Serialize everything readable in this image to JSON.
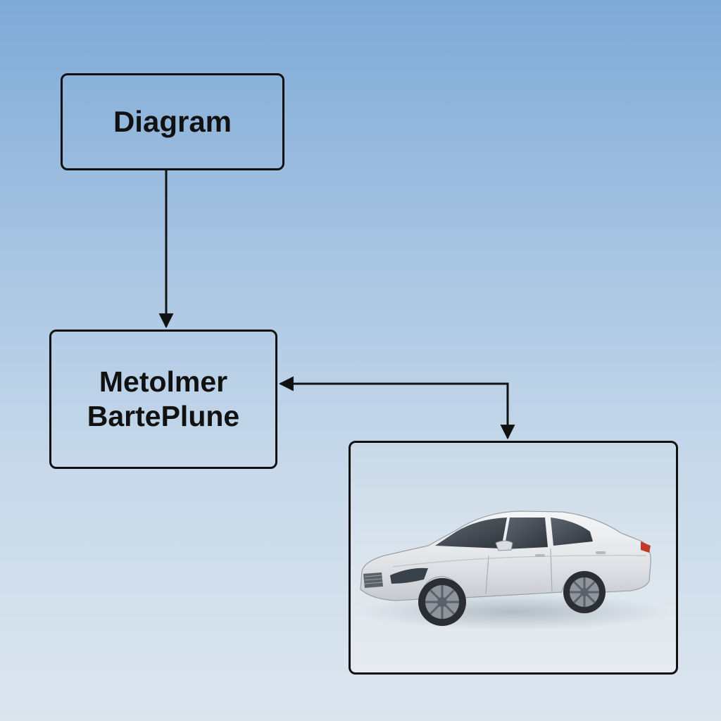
{
  "diagram": {
    "nodes": [
      {
        "id": "diagram",
        "lines": [
          "Diagram"
        ]
      },
      {
        "id": "method",
        "lines": [
          "Metolmer",
          "BartePlune"
        ]
      },
      {
        "id": "image",
        "lines": [],
        "content": "car-image"
      }
    ],
    "edges": [
      {
        "from": "diagram",
        "to": "method",
        "arrow": "end"
      },
      {
        "from": "image",
        "to": "method",
        "arrow": "both"
      }
    ]
  }
}
